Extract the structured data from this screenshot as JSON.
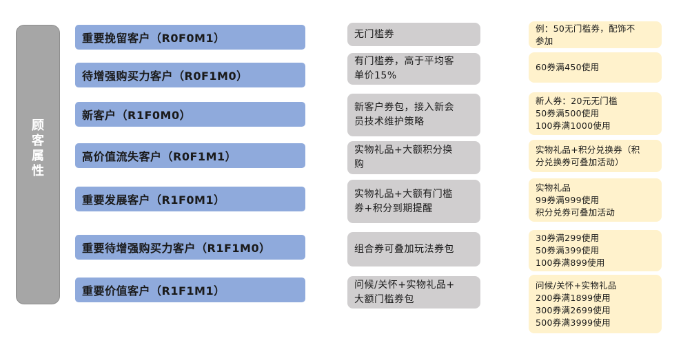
{
  "sidebar": {
    "label": "顾客属性",
    "color": "#a6a6a6"
  },
  "colors": {
    "segment": "#8faadc",
    "strategy": "#d0cecf",
    "example": "#fff2cc"
  },
  "rows": [
    {
      "segment": "重要挽留客户（R0F0M1）",
      "strategy": "无门槛券",
      "example": "例：50无门槛券，配饰不\n参加"
    },
    {
      "segment": "待增强购买力客户（R0F1M0）",
      "strategy": "有门槛券，高于平均客\n单价15%",
      "example": "60券满450使用"
    },
    {
      "segment": "新客户（R1F0M0）",
      "strategy": "新客户券包，接入新会\n员技术维护策略",
      "example": "新人券：20元无门槛\n50券满500使用\n100券满1000使用"
    },
    {
      "segment": "高价值流失客户（R0F1M1）",
      "strategy": "实物礼品+大额积分换\n购",
      "example": "实物礼品+积分兑换券（积\n分兑换券可叠加活动）"
    },
    {
      "segment": "重要发展客户（R1F0M1）",
      "strategy": "实物礼品+大额有门槛\n券+积分到期提醒",
      "example": "实物礼品\n99券满999使用\n积分兑券可叠加活动"
    },
    {
      "segment": "重要待增强购买力客户（R1F1M0）",
      "strategy": "组合券可叠加玩法券包",
      "example": "30券满299使用\n50券满399使用\n100券满899使用"
    },
    {
      "segment": "重要价值客户（R1F1M1）",
      "strategy": "问候/关怀+实物礼品+\n大额门槛券包",
      "example": "问候/关怀+实物礼品\n200券满1899使用\n300券满2699使用\n500券满3999使用"
    }
  ]
}
